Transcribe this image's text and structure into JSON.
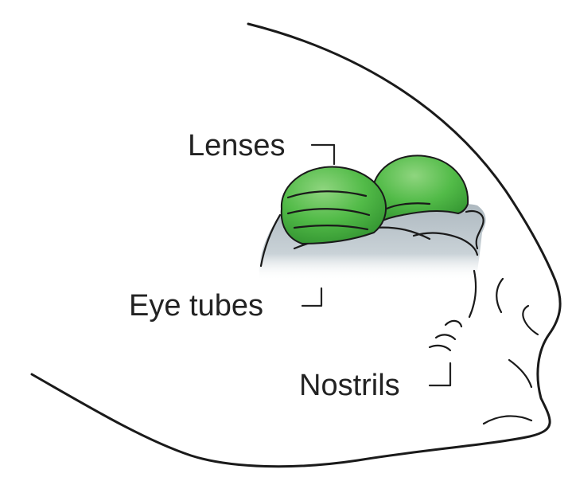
{
  "labels": {
    "lenses": "Lenses",
    "eye_tubes": "Eye tubes",
    "nostrils": "Nostrils"
  },
  "colors": {
    "lens_green": "#4cb848",
    "lens_highlight": "#8fd57f",
    "eye_tube_gray": "#b9c4ca",
    "outline": "#1a1a1a"
  }
}
